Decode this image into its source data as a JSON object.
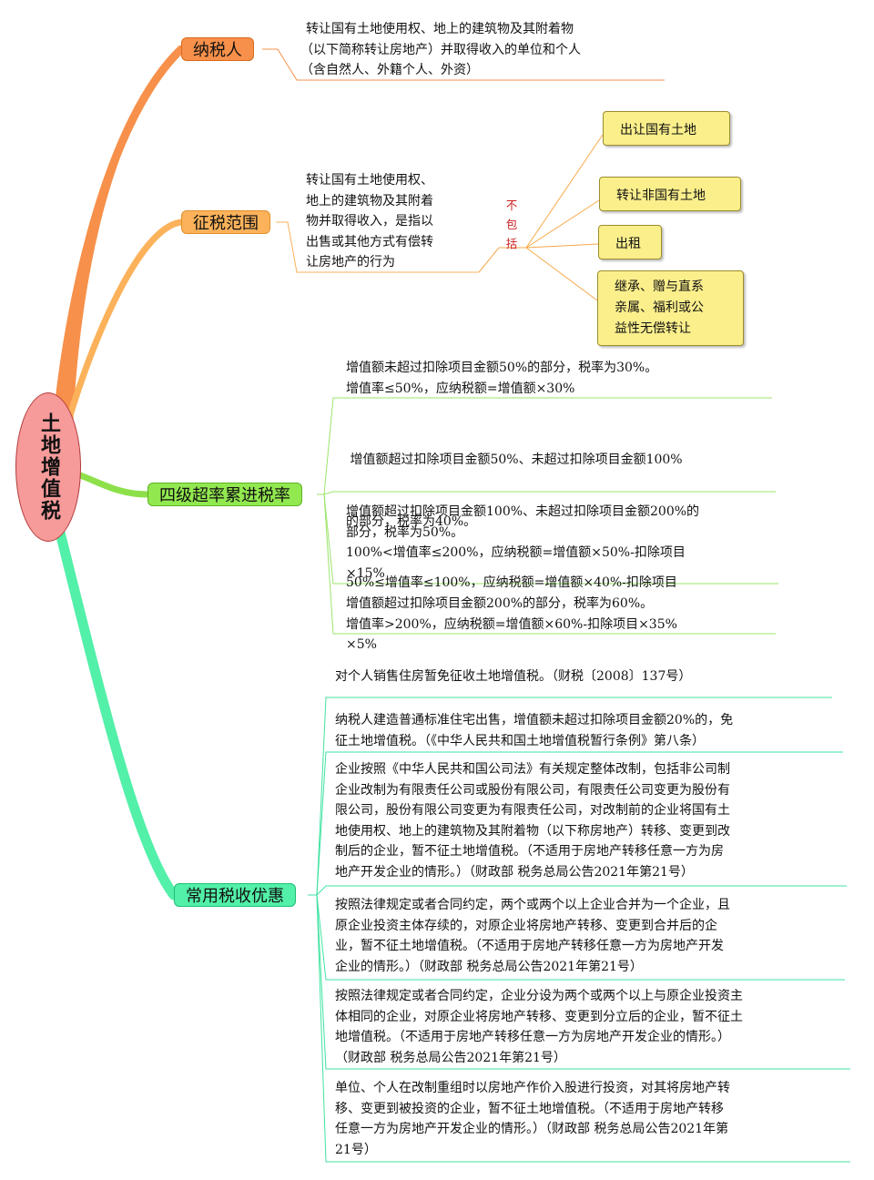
{
  "root": {
    "title": "土地增值税"
  },
  "colors": {
    "orange": "#f7904a",
    "light_orange": "#fbb25a",
    "green": "#92e84f",
    "mint": "#52f0a8",
    "root": "#f79a9a",
    "yellow_box": "#fbef8c"
  },
  "branch1": {
    "label": "纳税人",
    "lines": [
      "转让国有土地使用权、地上的建筑物及其附着物",
      "（以下简称转让房地产）并取得收入的单位和个人",
      "（含自然人、外籍个人、外资）"
    ]
  },
  "branch2": {
    "label": "征税范围",
    "lines": [
      "转让国有土地使用权、",
      "地上的建筑物及其附着",
      "物并取得收入，是指以",
      "出售或其他方式有偿转",
      "让房地产的行为"
    ],
    "exclude_label": [
      "不",
      "包",
      "括"
    ],
    "exclusions": [
      {
        "lines": [
          "出让国有土地"
        ]
      },
      {
        "lines": [
          "转让非国有土地"
        ]
      },
      {
        "lines": [
          "出租"
        ]
      },
      {
        "lines": [
          "继承、赠与直系",
          "亲属、福利或公",
          "益性无偿转让"
        ]
      }
    ]
  },
  "branch3": {
    "label": "四级超率累进税率",
    "items": [
      {
        "lines": [
          "增值额未超过扣除项目金额50%的部分，税率为30%。",
          "增值率≤50%，应纳税额=增值额×30%"
        ]
      },
      {
        "lines": [
          " 增值额超过扣除项目金额50%、未超过扣除项目金额100%",
          "的部分，税率为40%。",
          "50%≤增值率≤100%，应纳税额=增值额×40%-扣除项目",
          "×5%"
        ]
      },
      {
        "lines": [
          "增值额超过扣除项目金额100%、未超过扣除项目金额200%的",
          "部分，税率为50%。",
          "100%<增值率≤200%，应纳税额=增值额×50%-扣除项目",
          "×15%"
        ]
      },
      {
        "lines": [
          "增值额超过扣除项目金额200%的部分，税率为60%。",
          "增值率>200%，应纳税额=增值额×60%-扣除项目×35%"
        ]
      }
    ]
  },
  "branch4": {
    "label": "常用税收优惠",
    "items": [
      {
        "lines": [
          "对个人销售住房暂免征收土地增值税。（财税〔2008〕137号）"
        ]
      },
      {
        "lines": [
          "纳税人建造普通标准住宅出售，增值额未超过扣除项目金额20%的，免",
          "征土地增值税。（《中华人民共和国土地增值税暂行条例》第八条）"
        ]
      },
      {
        "lines": [
          "企业按照《中华人民共和国公司法》有关规定整体改制，包括非公司制",
          "企业改制为有限责任公司或股份有限公司，有限责任公司变更为股份有",
          "限公司，股份有限公司变更为有限责任公司，对改制前的企业将国有土",
          "地使用权、地上的建筑物及其附着物（以下称房地产）转移、变更到改",
          "制后的企业，暂不征土地增值税。（不适用于房地产转移任意一方为房",
          "地产开发企业的情形。）（财政部 税务总局公告2021年第21号）"
        ]
      },
      {
        "lines": [
          "按照法律规定或者合同约定，两个或两个以上企业合并为一个企业，且",
          "原企业投资主体存续的，对原企业将房地产转移、变更到合并后的企",
          "业，暂不征土地增值税。（不适用于房地产转移任意一方为房地产开发",
          "企业的情形。）（财政部 税务总局公告2021年第21号）"
        ]
      },
      {
        "lines": [
          "按照法律规定或者合同约定，企业分设为两个或两个以上与原企业投资主",
          "体相同的企业，对原企业将房地产转移、变更到分立后的企业，暂不征土",
          "地增值税。（不适用于房地产转移任意一方为房地产开发企业的情形。）",
          "（财政部 税务总局公告2021年第21号）"
        ]
      },
      {
        "lines": [
          "单位、个人在改制重组时以房地产作价入股进行投资，对其将房地产转",
          "移、变更到被投资的企业，暂不征土地增值税。（不适用于房地产转移",
          "任意一方为房地产开发企业的情形。）（财政部 税务总局公告2021年第",
          "21号）"
        ]
      }
    ]
  }
}
